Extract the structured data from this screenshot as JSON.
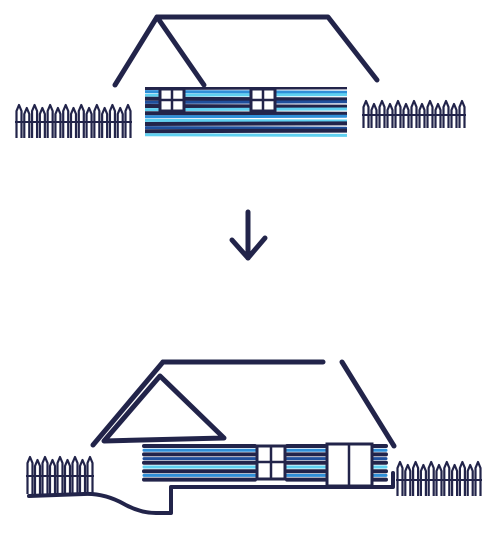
{
  "colors": {
    "ink": "#22244a",
    "blue_dark": "#1f4f9c",
    "blue_light": "#2f8fd8",
    "cyan": "#5fd0f0",
    "background": "#ffffff"
  },
  "diagram": {
    "panels": [
      {
        "name": "before",
        "elements": [
          "roof",
          "log-wall",
          "window",
          "window",
          "fence-left",
          "fence-right"
        ]
      },
      {
        "name": "after",
        "elements": [
          "roof",
          "gable-extension",
          "log-wall",
          "window",
          "door",
          "ground-path",
          "fence-left",
          "fence-right"
        ]
      }
    ],
    "transition_icon": "arrow-down-icon"
  }
}
